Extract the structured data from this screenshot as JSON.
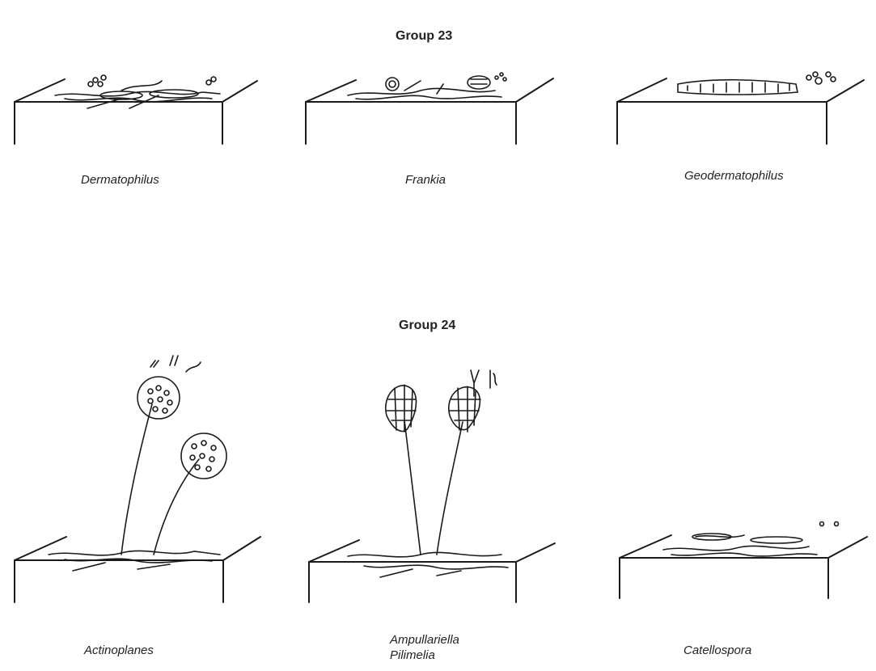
{
  "groups": [
    {
      "title": "Group 23",
      "genera": [
        {
          "name": "Dermatophilus"
        },
        {
          "name": "Frankia"
        },
        {
          "name": "Geodermatophilus"
        }
      ]
    },
    {
      "title": "Group 24",
      "genera": [
        {
          "name": "Actinoplanes"
        },
        {
          "name": "Ampullariella",
          "name2": "Pilimelia"
        },
        {
          "name": "Catellospora"
        }
      ]
    }
  ]
}
